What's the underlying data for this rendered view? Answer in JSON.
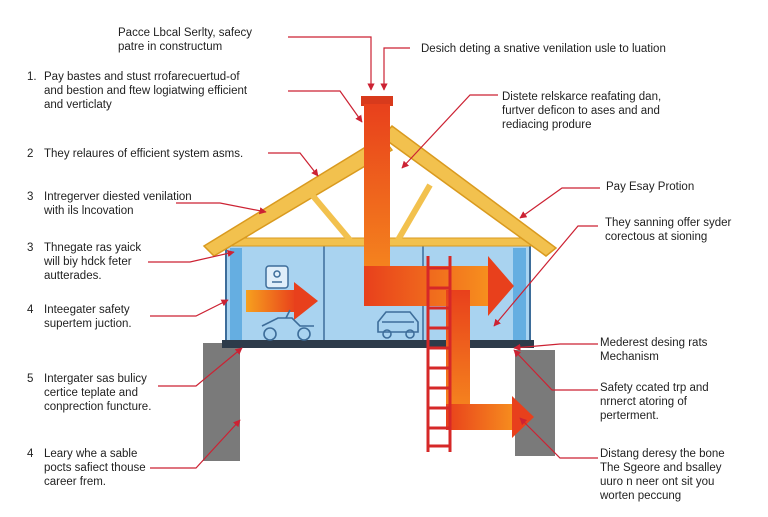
{
  "colors": {
    "roof": "#f2c14e",
    "roof_edge": "#d99a1f",
    "wall_glass": "#a9d3f0",
    "wall_edge": "#3d6d9a",
    "ground": "#7a7a7a",
    "duct_hot": "#e8401c",
    "duct_warm": "#f7901e",
    "ladder": "#d62828",
    "leader": "#cc2233"
  },
  "icons": {
    "vehicle_left": "atv-vehicle-icon",
    "vehicle_right": "car-icon",
    "device": "thermostat-icon"
  },
  "left_labels": [
    {
      "num": "",
      "text": "Pacce Lbcal Serlty, safecy\npatre in constructum"
    },
    {
      "num": "1.",
      "text": "Pay bastes and stust rrofarecuertud-of\nand bestion and ftew logiatwing efficient\nand verticlaty"
    },
    {
      "num": "2",
      "text": "They relaures of efficient system asms."
    },
    {
      "num": "3",
      "text": "Intregerver diested venilation\nwith ils lncovation"
    },
    {
      "num": "3",
      "text": "Thnegate ras yaick\nwill biy hdck feter\nautterades."
    },
    {
      "num": "4",
      "text": "Inteegater safety\nsupertem juction."
    },
    {
      "num": "5",
      "text": "Intergater sas bulicy\ncertice teplate and\nconprection functure."
    },
    {
      "num": "4",
      "text": "Leary whe a sable\npocts safiect thouse\ncareer frem."
    }
  ],
  "right_labels": [
    {
      "text": "Desich deting a snative venilation usle to luation"
    },
    {
      "text": "Distete relskarce reafating dan,\nfurtver deficon to ases and and\nrediacing produre"
    },
    {
      "text": "Pay Esay Protion"
    },
    {
      "text": "They sanning offer syder\ncorectous at sioning"
    },
    {
      "text": "Mederest desing rats\nMechanism"
    },
    {
      "text": "Safety ccated trp and\nnrnerct atoring of\nperterment."
    },
    {
      "text": "Distang deresy the bone\nThe Sgeore and bsalley\nuuro n neer ont sit you\nworten peccung"
    }
  ]
}
